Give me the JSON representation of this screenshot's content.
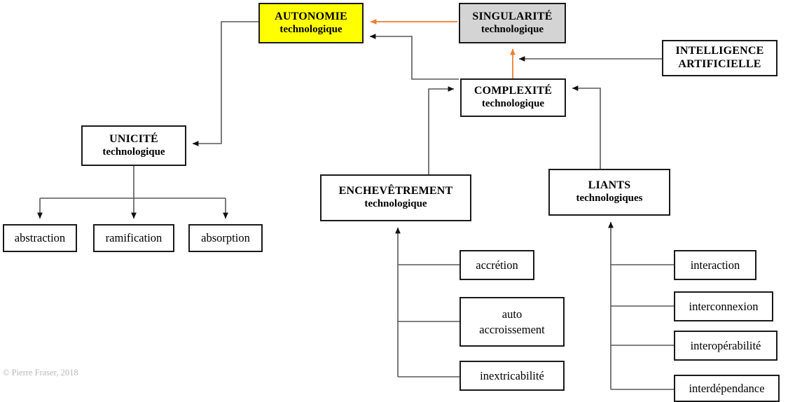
{
  "diagram": {
    "title_nodes": {
      "autonomie": {
        "line1": "AUTONOMIE",
        "line2": "technologique",
        "fill": "#ffff00"
      },
      "singularite": {
        "line1": "SINGULARITÉ",
        "line2": "technologique",
        "fill": "#d4d4d4"
      },
      "intelligence": {
        "line1": "INTELLIGENCE",
        "line2": "ARTIFICIELLE",
        "fill": "#ffffff"
      },
      "complexite": {
        "line1": "COMPLEXITÉ",
        "line2": "technologique",
        "fill": "#ffffff"
      },
      "unicite": {
        "line1": "UNICITÉ",
        "line2": "technologique",
        "fill": "#ffffff"
      },
      "enchevetrement": {
        "line1": "ENCHEVÊTREMENT",
        "line2": "technologique",
        "fill": "#ffffff"
      },
      "liants": {
        "line1": "LIANTS",
        "line2": "technologiques",
        "fill": "#ffffff"
      }
    },
    "unicite_children": [
      {
        "label": "abstraction"
      },
      {
        "label": "ramification"
      },
      {
        "label": "absorption"
      }
    ],
    "enchevetrement_children": [
      {
        "line1": "accrétion",
        "line2": ""
      },
      {
        "line1": "auto",
        "line2": "accroissement"
      },
      {
        "line1": "inextricabilité",
        "line2": ""
      }
    ],
    "liants_children": [
      {
        "label": "interaction"
      },
      {
        "label": "interconnexion"
      },
      {
        "label": "interopérabilité"
      },
      {
        "label": "interdépendance"
      }
    ],
    "colors": {
      "highlight_yellow": "#ffff00",
      "highlight_gray": "#d4d4d4",
      "connector_black": "#595959",
      "connector_orange": "#ed7d31",
      "border": "#1a1a1a",
      "credit_gray": "#b9b9b9"
    },
    "credit": "© Pierre Fraser, 2018"
  }
}
